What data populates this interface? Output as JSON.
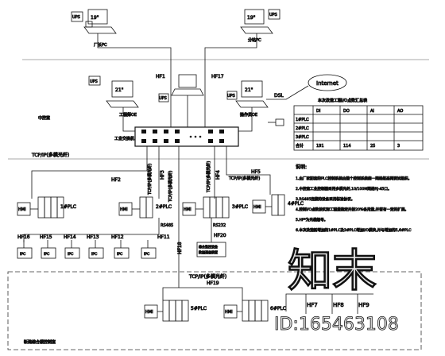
{
  "diagram": {
    "hf_labels": {
      "hf1": "HF1",
      "hf17": "HF17",
      "hf2": "HF2",
      "hf3": "HF3",
      "hf4": "HF4",
      "hf5": "HF5",
      "hf11": "HF11",
      "hf12": "HF12",
      "hf13": "HF13",
      "hf14": "HF14",
      "hf15": "HF15",
      "hf16": "HF16",
      "hf18": "HF18",
      "hf19": "HF19",
      "hf20": "HF20",
      "hf7": "HF7",
      "hf8": "HF8",
      "hf9": "HF9"
    },
    "monitors": {
      "m1": "19\"",
      "m2": "19\"",
      "m3": "21\"",
      "m4": "21\""
    },
    "ups": {
      "u1": "UPS",
      "u2": "UPS",
      "u3": "UPS",
      "u4": "UPS",
      "u5": "UPS"
    },
    "pc_labels": {
      "p1": "厂长PC",
      "p2": "分站PC",
      "p3": "工程师OE",
      "p4": "操作员OE"
    },
    "internet": "Internet",
    "dsl": "DSL",
    "switch_label": "工业交换机",
    "tcp": {
      "t1": "TCP/IP(多模光纤)",
      "t2": "TCP/IP(多模光纤)",
      "t3": "TCP/IP(多模光纤)",
      "t4": "TCP/IP(多模光纤)",
      "t5": "TCP/IP(多模光纤)",
      "t6": "TCP/IP(多模光纤)"
    },
    "plc": {
      "p1": "1#PLC",
      "p2": "2#PLC",
      "p3": "3#PLC",
      "p4": "4#PLC",
      "p5": "5#PLC",
      "p6": "6#PLC"
    },
    "hmi": "HMI",
    "rs485": "RS485",
    "rs232": "RS232",
    "small_boxes": [
      "IPC",
      "IPC",
      "IPC",
      "IPC",
      "IPC",
      "IPC"
    ],
    "notes_title": "说明:",
    "notes": [
      "1.由厂家配套的PLC控制系统由整个控制系统统一网络组态网调试组织。",
      "2.中控室工业控制器采用多模光纤,10/100M网络RJ-45口。",
      "3.RS485连接的设备采用标准协议。",
      "4.控制I/O点数按实际工程量确定并按20%备用量,并留有一定的扩展。",
      "5.HF*为光缆编号。",
      "6.本次改造新增加的1#PLC及3#PLC增加I/O模块,并与增加的5,6#PLC"
    ],
    "table_title": "本次改造工程I/O点数汇总表",
    "table_rows": [
      [
        "",
        "DI",
        "DO",
        "AI",
        "AO"
      ],
      [
        "1#PLC",
        "",
        "",
        "",
        ""
      ],
      [
        "2#PLC",
        "",
        "",
        "",
        ""
      ],
      [
        "3#PLC",
        "",
        "",
        "",
        ""
      ],
      [
        "合计",
        "191",
        "114",
        "25",
        "3"
      ]
    ],
    "watermark_text": "知末",
    "watermark_id": "ID:165463108",
    "side_label_left": "中控室",
    "bottom_label": "新建综合楼控制室",
    "mid_labels": {
      "m1": "综合监控设备",
      "m2": "数据通信装置"
    }
  }
}
